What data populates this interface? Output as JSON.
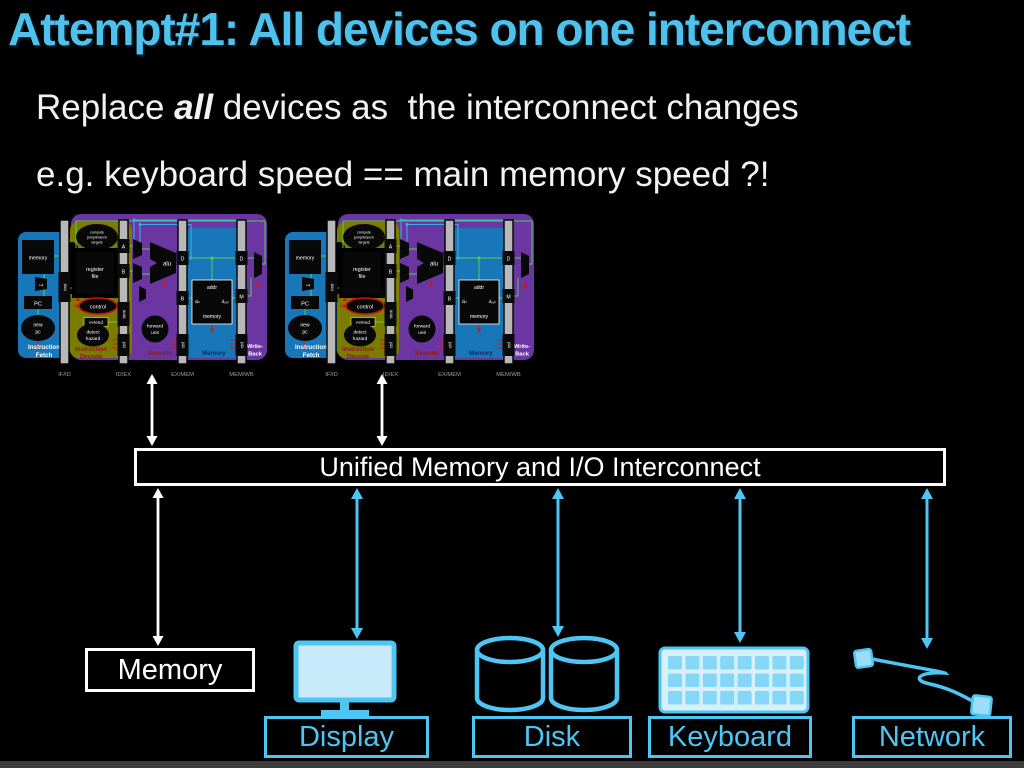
{
  "slide": {
    "title": "Attempt#1: All devices on one interconnect",
    "body": {
      "prefix": "Replace ",
      "emphasis": "all",
      "suffix": " devices as  the interconnect changes",
      "line2": "e.g. keyboard speed == main memory speed ?!"
    }
  },
  "interconnect": {
    "label": "Unified Memory and I/O Interconnect"
  },
  "devices": {
    "memory": "Memory",
    "display": "Display",
    "disk": "Disk",
    "keyboard": "Keyboard",
    "network": "Network"
  },
  "cpu": {
    "stages": [
      "IF/ID",
      "ID/EX",
      "EX/MEM",
      "MEM/WB"
    ],
    "fetch": {
      "imem": "memory",
      "plus4": "+4",
      "pc": "PC",
      "newpc_l1": "new",
      "newpc_l2": "pc",
      "label_l1": "Instruction",
      "label_l2": "Fetch"
    },
    "decode": {
      "compute_l1": "compute",
      "compute_l2": "jump/branch",
      "compute_l3": "targets",
      "regfile_l1": "register",
      "regfile_l2": "file",
      "control": "control",
      "extend": "extend",
      "hazard_l1": "detect",
      "hazard_l2": "hazard",
      "label_l1": "Instruction",
      "label_l2": "Decode"
    },
    "execute": {
      "alu": "alu",
      "forward_l1": "forward",
      "forward_l2": "unit",
      "label": "Execute"
    },
    "mem": {
      "addr": "addr",
      "din": "dᵢₙ",
      "dout": "dₒᵤₜ",
      "mem": "memory",
      "label": "Memory"
    },
    "wb": {
      "label_l1": "Write-",
      "label_l2": "Back"
    },
    "latch": {
      "inst": "inst",
      "a": "A",
      "b": "B",
      "imm": "imm",
      "ctrl": "ctrl",
      "d": "D",
      "m": "M"
    }
  },
  "colors": {
    "accent_blue": "#4dc6f4",
    "title_blue": "#4ec1ec",
    "cpu_blue": "#1777b8",
    "cpu_olive": "#7b7b00",
    "cpu_purple": "#6b36a1",
    "wire_green": "#52d052",
    "wire_blue": "#35aee8",
    "signal_red": "#d01818"
  }
}
